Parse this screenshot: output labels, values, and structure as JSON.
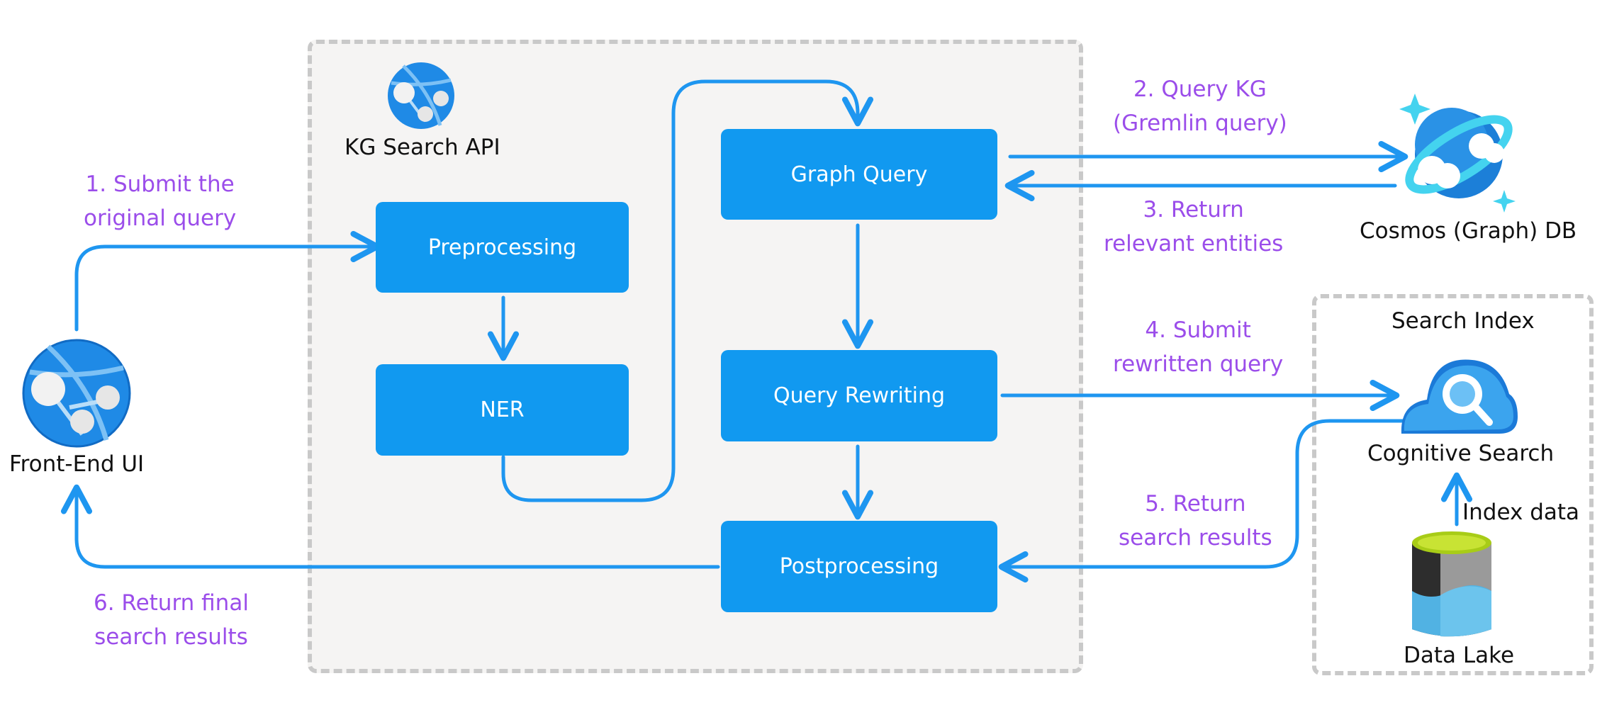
{
  "colors": {
    "box_fill": "#1199f0",
    "arrow": "#1e96f0",
    "step_text": "#9b4dea",
    "container_fill": "#f5f4f3",
    "container_border": "#c9c9c9"
  },
  "containers": {
    "api_title": "KG Search API",
    "search_index_title": "Search Index"
  },
  "boxes": {
    "preprocessing": "Preprocessing",
    "ner": "NER",
    "graph_query": "Graph Query",
    "query_rewriting": "Query Rewriting",
    "postprocessing": "Postprocessing"
  },
  "nodes": {
    "frontend": {
      "label": "Front-End UI",
      "icon": "web-app-globe-icon"
    },
    "kg_api": {
      "icon": "web-app-globe-icon"
    },
    "cosmos": {
      "label": "Cosmos (Graph) DB",
      "icon": "cosmos-db-planet-icon"
    },
    "cognitive_search": {
      "label": "Cognitive Search",
      "icon": "cloud-search-icon"
    },
    "data_lake": {
      "label": "Data Lake",
      "icon": "data-lake-cylinder-icon"
    }
  },
  "steps": {
    "s1": [
      "1. Submit the",
      "original query"
    ],
    "s2": [
      "2. Query KG",
      "(Gremlin query)"
    ],
    "s3": [
      "3. Return",
      "relevant entities"
    ],
    "s4": [
      "4. Submit",
      "rewritten query"
    ],
    "s5": [
      "5. Return",
      "search results"
    ],
    "s6": [
      "6. Return final",
      "search results"
    ]
  },
  "edge_labels": {
    "index_data": "Index data"
  }
}
